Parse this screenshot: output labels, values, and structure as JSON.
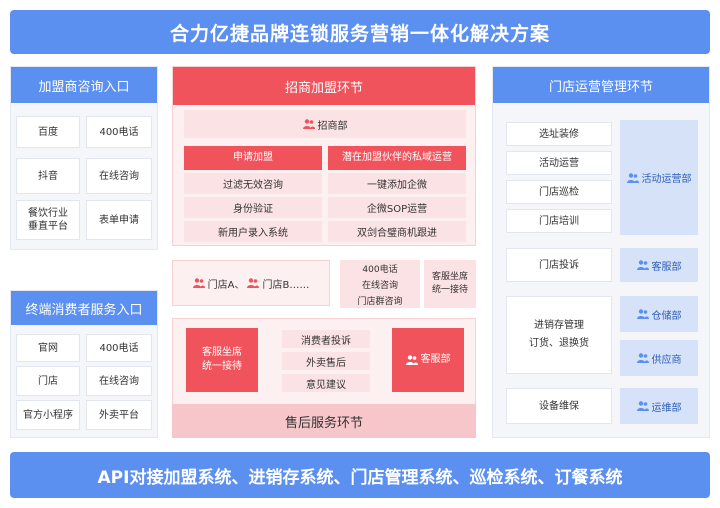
{
  "title": "合力亿捷品牌连锁服务营销一体化解决方案",
  "footer": "API对接加盟系统、进销存系统、门店管理系统、巡检系统、订餐系统",
  "franchise_entry": {
    "title": "加盟商咨询入口",
    "items": [
      "百度",
      "400电话",
      "抖音",
      "在线咨询",
      "餐饮行业\n垂直平台",
      "表单申请"
    ]
  },
  "consumer_entry": {
    "title": "终端消费者服务入口",
    "items": [
      "官网",
      "400电话",
      "门店",
      "在线咨询",
      "官方小程序",
      "外卖平台"
    ]
  },
  "recruit": {
    "title": "招商加盟环节",
    "dept": "招商部",
    "col1_head": "申请加盟",
    "col2_head": "潜在加盟伙伴的私域运营",
    "col1_items": [
      "过滤无效咨询",
      "身份验证",
      "新用户录入系统"
    ],
    "col2_items": [
      "一键添加企微",
      "企微SOP运营",
      "双剑合璧商机跟进"
    ]
  },
  "middle": {
    "store_a": "门店A、",
    "store_b": "门店B……",
    "channels": [
      "400电话",
      "在线咨询",
      "门店群咨询"
    ],
    "service_reception": "客服坐席\n统一接待"
  },
  "aftersale": {
    "title": "售后服务环节",
    "reception": "客服坐席\n统一接待",
    "items": [
      "消费者投诉",
      "外卖售后",
      "意见建议"
    ],
    "dept": "客服部"
  },
  "store_ops": {
    "title": "门店运营管理环节",
    "ops_items": [
      "选址装修",
      "活动运营",
      "门店巡检",
      "门店培训"
    ],
    "ops_dept": "活动运营部",
    "complaint": "门店投诉",
    "complaint_dept": "客服部",
    "inventory": "进销存管理\n订货、退换货",
    "warehouse_dept": "仓储部",
    "supplier_dept": "供应商",
    "maintenance": "设备维保",
    "maintenance_dept": "运维部"
  },
  "colors": {
    "blue": "#5b8ff0",
    "red": "#f0535c",
    "pink": "#fbe2e4",
    "light_blue": "#e6eefb"
  },
  "icons": {
    "dept": "person-group-icon"
  }
}
